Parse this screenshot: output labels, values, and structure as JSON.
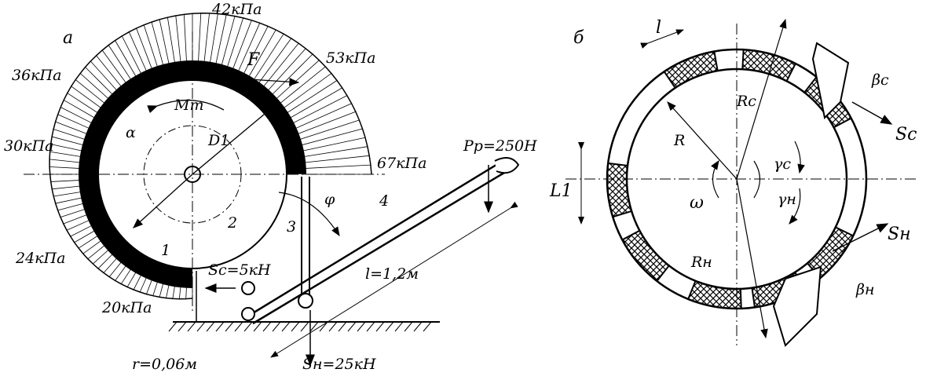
{
  "left": {
    "panel_label": "а",
    "pressures": [
      "42кПа",
      "53кПа",
      "36кПа",
      "30кПа",
      "67кПа",
      "24кПа",
      "20кПа"
    ],
    "force_f": "F",
    "moment": "Mт",
    "alpha": "α",
    "diameter": "D1",
    "force_p": "Pр=250Н",
    "phi": "φ",
    "parts": [
      "1",
      "2",
      "3",
      "4"
    ],
    "force_sc": "Sс=5кН",
    "lever_length": "l=1,2м",
    "radius": "r=0,06м",
    "force_sn": "Sн=25кН"
  },
  "right": {
    "panel_label": "б",
    "block_length": "l",
    "beta_c": "βс",
    "radius_c": "Rс",
    "radius": "R",
    "gamma_c": "γс",
    "force_sc": "Sс",
    "length_l1": "L1",
    "omega": "ω",
    "gamma_n": "γн",
    "force_sn": "Sн",
    "radius_n": "Rн",
    "beta_n": "βн"
  }
}
